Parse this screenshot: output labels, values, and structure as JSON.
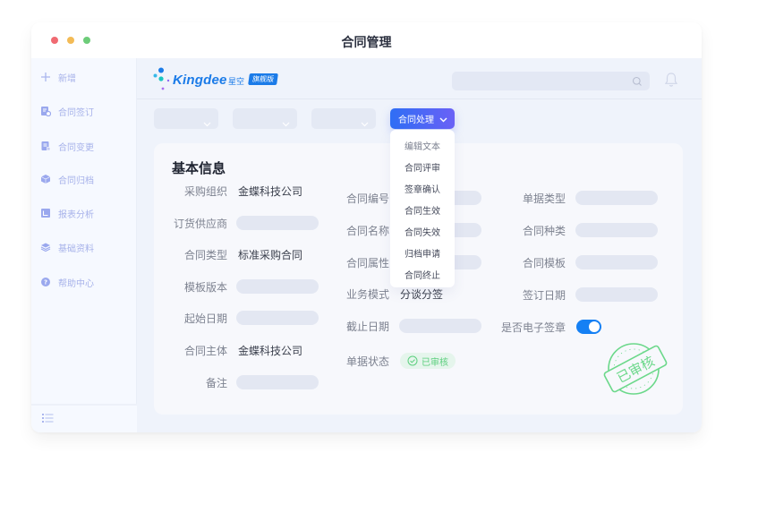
{
  "window": {
    "title": "合同管理",
    "traffic_lights": [
      "#f06a72",
      "#f3bb56",
      "#6dcc79"
    ]
  },
  "sidebar": {
    "items": [
      {
        "label": "新增",
        "icon": "plus-icon"
      },
      {
        "label": "合同签订",
        "icon": "contract-sign-icon"
      },
      {
        "label": "合同变更",
        "icon": "contract-change-icon"
      },
      {
        "label": "合同归档",
        "icon": "archive-box-icon"
      },
      {
        "label": "报表分析",
        "icon": "report-chart-icon"
      },
      {
        "label": "基础资料",
        "icon": "layers-icon"
      },
      {
        "label": "帮助中心",
        "icon": "help-icon"
      }
    ],
    "footer_icon": "list-icon"
  },
  "header": {
    "logo": {
      "brand": "Kingdee",
      "product": "星空",
      "edition": "旗舰版"
    },
    "search": {
      "placeholder": "",
      "icon": "search-icon"
    },
    "bell_icon": "bell-icon"
  },
  "toolbar": {
    "dropdowns": [
      {
        "value": ""
      },
      {
        "value": ""
      },
      {
        "value": ""
      }
    ],
    "active_dropdown": {
      "label": "合同处理"
    }
  },
  "dropdown_menu": {
    "items": [
      "编辑文本",
      "合同评审",
      "签章确认",
      "合同生效",
      "合同失效",
      "归档申请",
      "合同终止"
    ]
  },
  "card": {
    "title": "基本信息",
    "col1": [
      {
        "label": "采购组织",
        "value": "金蝶科技公司"
      },
      {
        "label": "订货供应商",
        "value": ""
      },
      {
        "label": "合同类型",
        "value": "标准采购合同"
      },
      {
        "label": "模板版本",
        "value": ""
      },
      {
        "label": "起始日期",
        "value": ""
      },
      {
        "label": "合同主体",
        "value": "金蝶科技公司"
      },
      {
        "label": "备注",
        "value": ""
      }
    ],
    "col2": [
      {
        "label": "合同编号",
        "value": ""
      },
      {
        "label": "合同名称",
        "value": ""
      },
      {
        "label": "合同属性",
        "value": ""
      },
      {
        "label": "业务模式",
        "value": "分谈分签"
      },
      {
        "label": "截止日期",
        "value": ""
      },
      {
        "label": "单据状态",
        "value": "已审核"
      }
    ],
    "col3": [
      {
        "label": "单据类型",
        "value": ""
      },
      {
        "label": "合同种类",
        "value": ""
      },
      {
        "label": "合同模板",
        "value": ""
      },
      {
        "label": "签订日期",
        "value": ""
      },
      {
        "label": "是否电子签章",
        "value": "on"
      }
    ],
    "stamp_text": "已审核"
  },
  "colors": {
    "accent": "#2f6ef5",
    "accent_end": "#6a61f6",
    "toggle": "#1580f4",
    "approved": "#5ccf7e",
    "brand": "#1b7be8"
  }
}
